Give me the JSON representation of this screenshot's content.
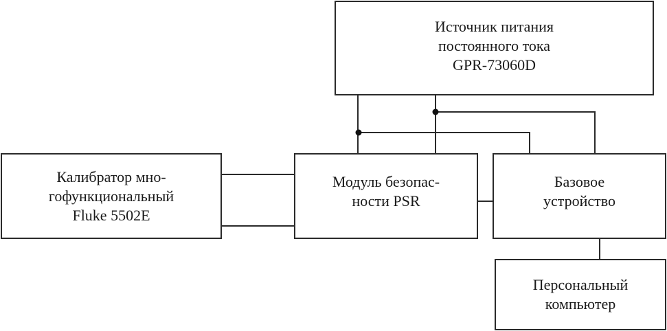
{
  "diagram": {
    "type": "block-diagram",
    "blocks": {
      "power_supply": {
        "lines": [
          "Источник питания",
          "постоянного тока",
          "GPR-73060D"
        ]
      },
      "calibrator": {
        "lines": [
          "Калибратор мно-",
          "гофункциональный",
          "Fluke 5502E"
        ]
      },
      "psr_module": {
        "lines": [
          "Модуль безопас-",
          "ности PSR"
        ]
      },
      "base_device": {
        "lines": [
          "Базовое",
          "устройство"
        ]
      },
      "pc": {
        "lines": [
          "Персональный",
          "компьютер"
        ]
      }
    },
    "connections": [
      {
        "from": "power_supply",
        "to": "psr_module",
        "count": 2
      },
      {
        "from": "power_supply",
        "to": "base_device",
        "count": 2,
        "note": "branched with junction dots"
      },
      {
        "from": "calibrator",
        "to": "psr_module",
        "count": 2
      },
      {
        "from": "psr_module",
        "to": "base_device",
        "count": 1
      },
      {
        "from": "base_device",
        "to": "pc",
        "count": 1
      }
    ],
    "colors": {
      "line": "#2a2a2a",
      "background": "#ffffff"
    }
  }
}
